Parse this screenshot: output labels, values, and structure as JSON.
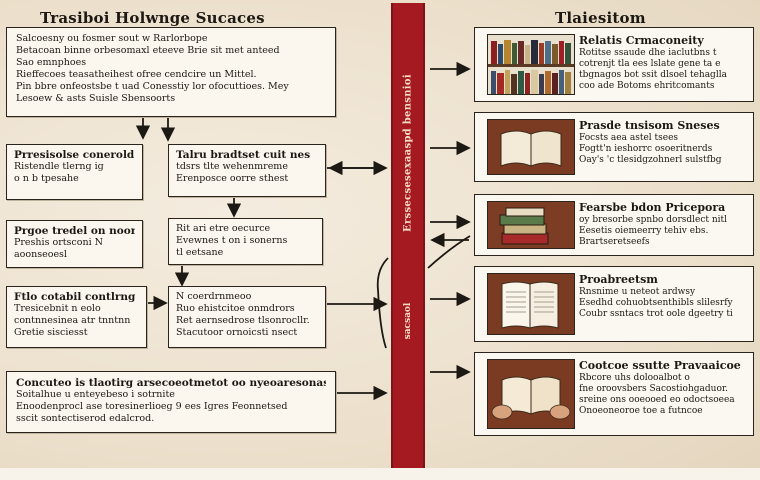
{
  "left_title": "Trasiboi Holwnge Sucaces",
  "right_title": "Tlaiesitom",
  "band": {
    "vertical_label": "Erssecsesexaaspd bensnioi",
    "vertical_sub": "sacsaol"
  },
  "box_top": {
    "lines": [
      "Salcoesny ou fosmer sout w Rarlorbope",
      "Betacoan binne orbesomaxl eteeve Brie sit met anteed",
      "Sao emnphoes",
      "Rieffecoes teasatheihest ofree cendcire un Mittel.",
      "Pin bbre onfeostsbe t uad Conesstiy lor ofocuttioes. Mey",
      "Lesoew & asts Suisle Sbensoorts"
    ]
  },
  "left_col": [
    {
      "lines": [
        "Prresisolse conerold",
        "Ristendle tlerng ig",
        "o n b tpesahe"
      ]
    },
    {
      "lines": [
        "Prgoe tredel on noorp",
        "Preshis ortsconi N",
        "aoonseoesl"
      ]
    },
    {
      "lines": [
        "Ftlo cotabil contlrng",
        "Tresicebnit n eolo",
        "contnnesinea atr tnntnn",
        "Gretie sisciesst"
      ]
    }
  ],
  "mid_col": [
    {
      "lines": [
        "Talru bradtset cuit nes",
        "tdsrs tlte wehenmreme",
        "Erenposce oorre sthest"
      ]
    },
    {
      "lines": [
        "Rit ari etre oecurce",
        "Evewnes t on i sonerns",
        "tl eetsane"
      ]
    },
    {
      "lines": [
        "N coerdrnmeoo",
        "Ruo ehistcitoe onmdrors",
        "Ret aernsedrose tlsonrocllr.",
        "Stacutoor ornoicsti nsect"
      ]
    }
  ],
  "box_bottom": {
    "lines": [
      "Concuteo is tlaotirg arsecoeotmetot oo nyeoaresonasestorSN",
      "Soitalhue u enteyebeso i sotrnite",
      "Enoodenprocl ase toresinerlioeg 9 ees Igres Feonnetsed",
      "sscit sontectiserod edalcrod."
    ]
  },
  "right_cards": [
    {
      "heading": "Relatis Crmaconeity",
      "lines": [
        "Rotitse ssaude dhe iaclutbns t",
        "cotrenjt tla ees lslate gene ta e",
        "tbgnagos bot ssit dlsoel tehaglla",
        "coo ade Botoms ehritcomants"
      ],
      "thumb": "shelf"
    },
    {
      "heading": "Prasde tnsisom Sneses",
      "lines": [
        "Focsts aea astel tsees",
        "Fogtt'n ieshorrc osoeritnerds",
        "Oay's 'c tlesidgzohnerl sulstfbg"
      ],
      "thumb": "openbook"
    },
    {
      "heading": "Fearsbe bdon Pricepora",
      "lines": [
        "oy bresorbe spnbo dorsdlect nitl",
        "Eesetis oiemeerry tehiv ebs.",
        "Brartseretseefs"
      ],
      "thumb": "stack"
    },
    {
      "heading": "Proabreetsm",
      "lines": [
        "Rnsnime u neteot ardwsy",
        "Esedhd cohuobtsenthibls slilesrfy",
        "Coubr ssntacs trot oole dgeetry ti"
      ],
      "thumb": "paper"
    },
    {
      "heading": "Cootcoe ssutte Pravaaicoe",
      "lines": [
        "Rbcore uhs dolooalbot o",
        "fne oroovsbers Sacostiohgaduor.",
        "sreine ons ooeooed eo odoctsoeea",
        "Onoeoneoroe toe a futncoe"
      ],
      "thumb": "hands"
    }
  ]
}
